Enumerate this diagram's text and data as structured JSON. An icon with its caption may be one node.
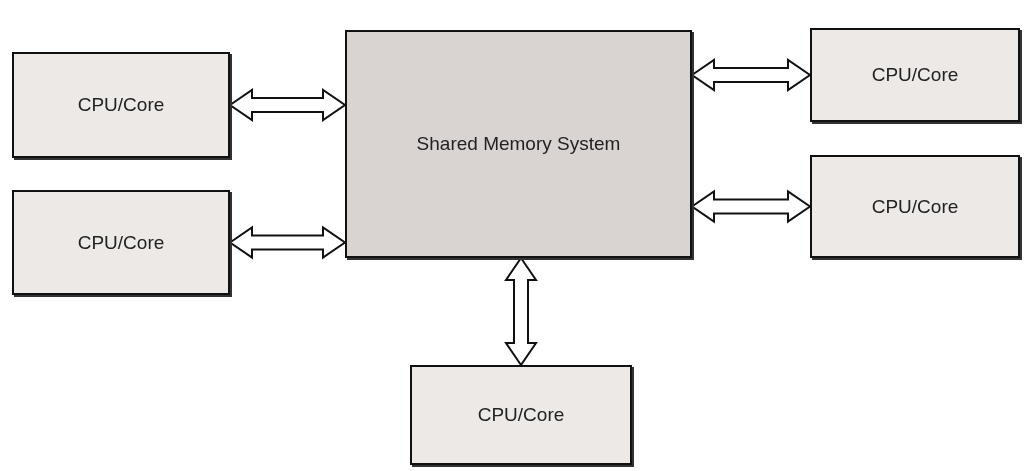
{
  "diagram": {
    "nodes": [
      {
        "text": [
          "CPU/Core"
        ]
      },
      {
        "text": [
          "Shared Memory System"
        ]
      },
      {
        "text": [
          "CPU/Core"
        ]
      },
      {
        "text": [
          "CPU/Core"
        ]
      },
      {
        "text": [
          "CPU/Core"
        ]
      },
      {
        "text": [
          "CPU/Core"
        ]
      }
    ],
    "edges": [
      {
        "from": 0,
        "to": 1,
        "arrow": "both"
      },
      {
        "from": 1,
        "to": 2,
        "arrow": "both"
      },
      {
        "from": 3,
        "to": 1,
        "arrow": "both"
      },
      {
        "from": 1,
        "to": 4,
        "arrow": "both"
      },
      {
        "from": 1,
        "to": 5,
        "arrow": "both"
      }
    ]
  }
}
